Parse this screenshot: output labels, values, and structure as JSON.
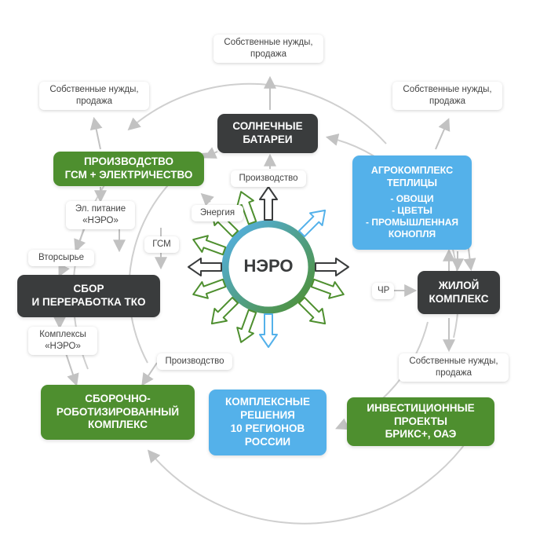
{
  "center": {
    "label": "НЭРО"
  },
  "nodes": {
    "solar": "Солнечные\nбатареи",
    "fuel": "Производство\nГСМ + электричество",
    "agro": {
      "title": "Агрокомплекс\nтеплицы",
      "items": "- овощи\n- цветы\n- промышленная\nконопля"
    },
    "waste": "Сбор\nи переработка ТКО",
    "housing": "Жилой\nкомплекс",
    "assembly": "Сборочно-\nроботизированный\nкомплекс",
    "solutions": "Комплексные\nрешения\n10 регионов\nРоссии",
    "invest": "Инвестиционные\nпроекты\nБРИКС+, ОАЭ"
  },
  "labels": {
    "top": "Собственные нужды,\nпродажа",
    "left_top": "Собственные нужды,\nпродажа",
    "right_top": "Собственные нужды,\nпродажа",
    "right_bottom": "Собственные нужды,\nпродажа",
    "production_top": "Производство",
    "energy": "Энергия",
    "power": "Эл. питание\n«НЭРО»",
    "fuel_short": "ГСМ",
    "recyclables": "Вторсырье",
    "complexes": "Комплексы\n«НЭРО»",
    "production_bottom": "Производство",
    "emergency": "ЧР"
  },
  "colors": {
    "dark": "#3a3c3d",
    "green": "#4e8f2f",
    "blue": "#54b1ea",
    "ring_gray": "#c8c8c8"
  }
}
